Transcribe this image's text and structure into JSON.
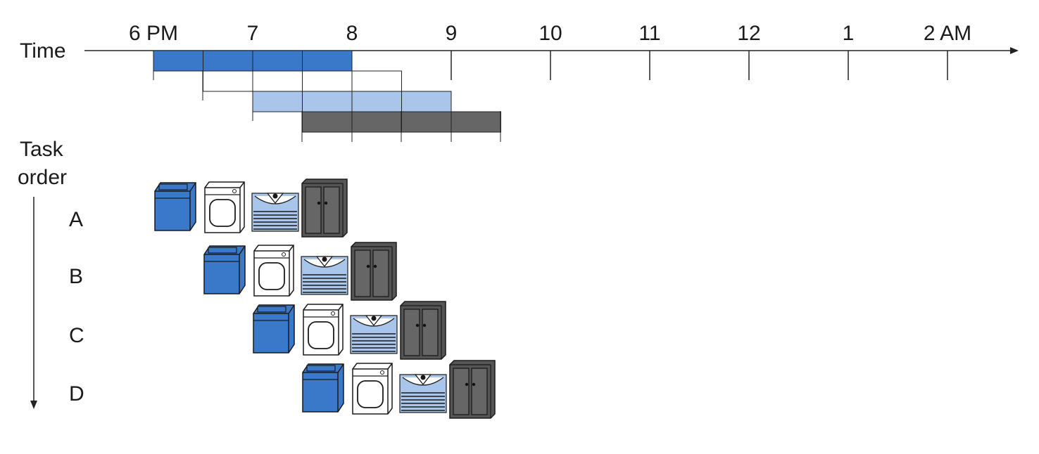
{
  "time_axis": {
    "label": "Time",
    "ticks": [
      "6 PM",
      "7",
      "8",
      "9",
      "10",
      "11",
      "12",
      "1",
      "2 AM"
    ]
  },
  "task_axis": {
    "label_line1": "Task",
    "label_line2": "order",
    "tasks": [
      "A",
      "B",
      "C",
      "D"
    ]
  },
  "stages": [
    {
      "name": "washer-icon",
      "color": "#3a78c9"
    },
    {
      "name": "dryer-icon",
      "color": "#ffffff"
    },
    {
      "name": "folded-clothes-icon",
      "color": "#a9c5ea"
    },
    {
      "name": "closet-icon",
      "color": "#666666"
    }
  ],
  "schedule_rows": [
    {
      "start_hours_after_6pm": 0.0,
      "segments": 4,
      "color": "#3a78c9"
    },
    {
      "start_hours_after_6pm": 0.5,
      "segments": 4,
      "color": "#ffffff"
    },
    {
      "start_hours_after_6pm": 1.0,
      "segments": 4,
      "color": "#a9c5ea"
    },
    {
      "start_hours_after_6pm": 1.5,
      "segments": 4,
      "color": "#666666"
    }
  ]
}
